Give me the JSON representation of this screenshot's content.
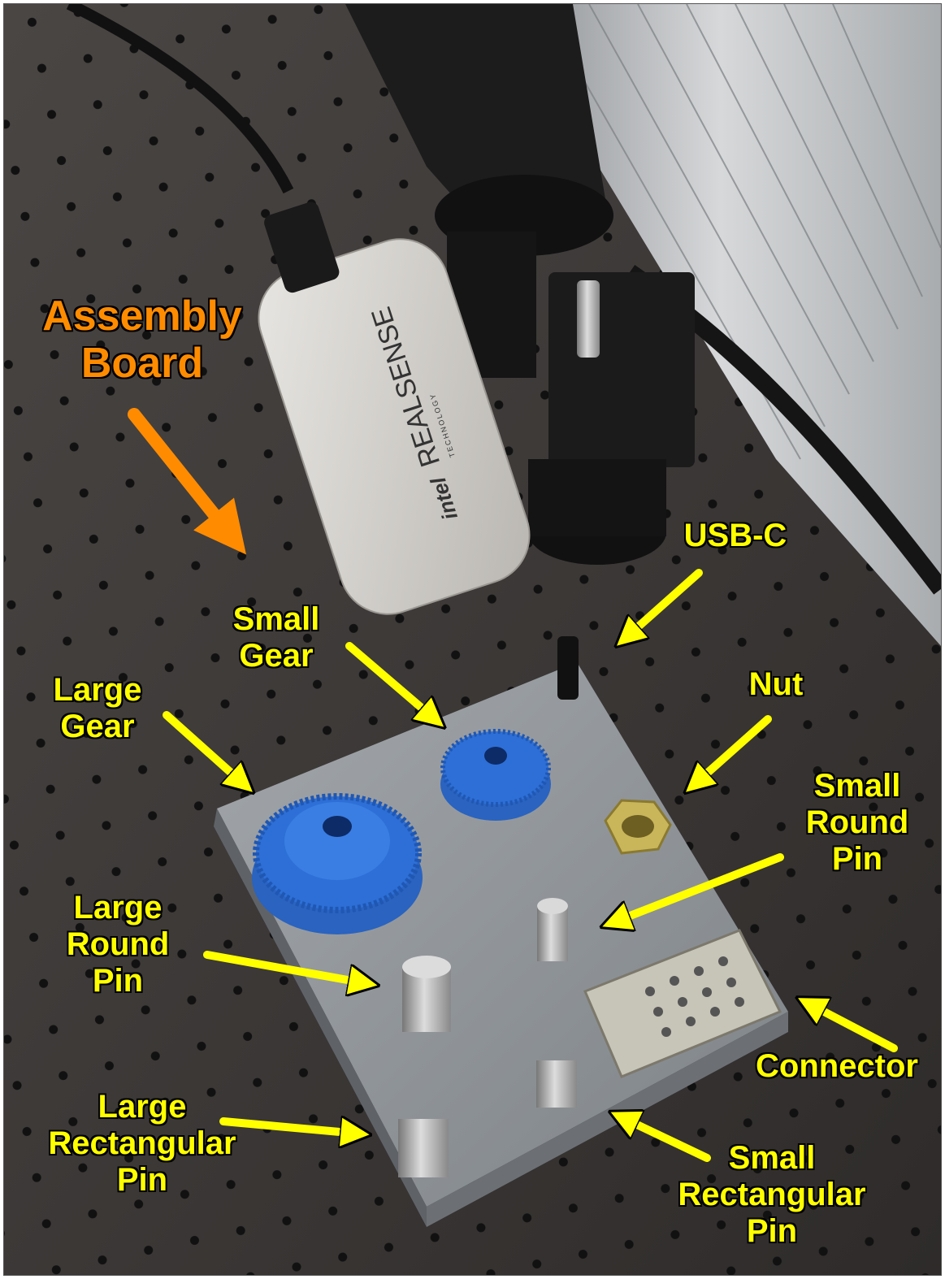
{
  "title_label": [
    "Assembly",
    "Board"
  ],
  "camera_brand": {
    "logo": "intel",
    "name": "REALSENSE",
    "sub": "TECHNOLOGY"
  },
  "labels": {
    "usb_c": [
      "USB-C"
    ],
    "small_gear": [
      "Small",
      "Gear"
    ],
    "large_gear": [
      "Large",
      "Gear"
    ],
    "nut": [
      "Nut"
    ],
    "small_round_pin": [
      "Small",
      "Round",
      "Pin"
    ],
    "large_round_pin": [
      "Large",
      "Round",
      "Pin"
    ],
    "connector": [
      "Connector"
    ],
    "large_rect_pin": [
      "Large",
      "Rectangular",
      "Pin"
    ],
    "small_rect_pin": [
      "Small",
      "Rectangular",
      "Pin"
    ]
  },
  "colors": {
    "label": "#ffff00",
    "title": "#ff8c00",
    "gear": "#2d6fd6",
    "board": "#8c9196",
    "table": "#3b3735"
  }
}
